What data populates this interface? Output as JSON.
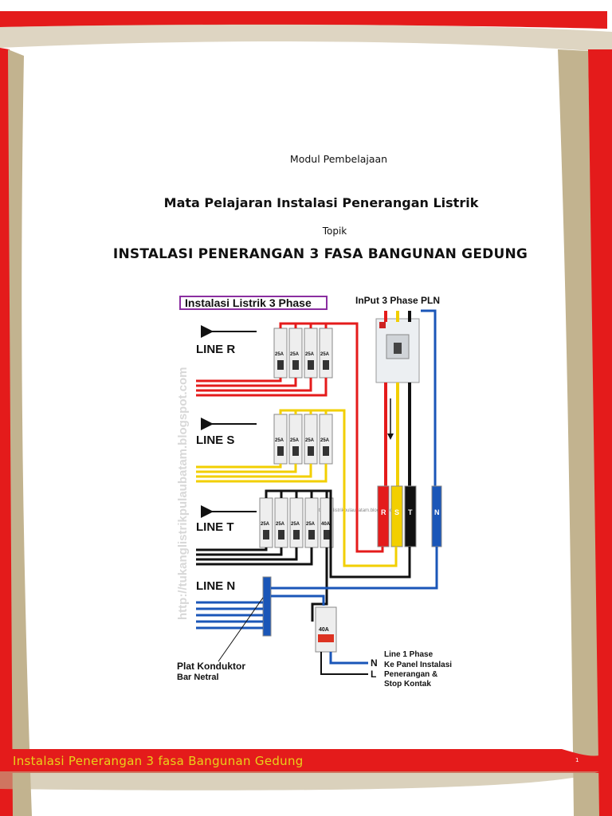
{
  "header": {
    "module": "Modul Pembelajaan",
    "subject": "Mata Pelajaran Instalasi Penerangan Listrik",
    "topic_label": "Topik",
    "topic": "INSTALASI PENERANGAN 3 FASA  BANGUNAN GEDUNG"
  },
  "diagram": {
    "title": "Instalasi Listrik 3 Phase",
    "input_label": "InPut 3 Phase PLN",
    "watermark": "http://tukanglistrikpulaubatam.blogspot.com",
    "watermark_small": "tukanglistrikpulaubatam.blogspot.com",
    "line_r": "LINE  R",
    "line_s": "LINE  S",
    "line_t": "LINE  T",
    "line_n": "LINE  N",
    "ratings_r": [
      "25A",
      "25A",
      "25A",
      "25A"
    ],
    "ratings_s": [
      "25A",
      "25A",
      "25A",
      "25A"
    ],
    "ratings_t": [
      "25A",
      "25A",
      "25A",
      "25A",
      "40A"
    ],
    "breaker_40": "40A",
    "bus_r": "R",
    "bus_s": "S",
    "bus_t": "T",
    "bus_n": "N",
    "plat_1": "Plat Konduktor",
    "plat_2": "Bar Netral",
    "out_n": "N",
    "out_l": "L",
    "out_1": "Line 1 Phase",
    "out_2": "Ke Panel Instalasi",
    "out_3": "Penerangan &",
    "out_4": "Stop Kontak"
  },
  "footer": {
    "text": "Instalasi  Penerangan 3 fasa Bangunan Gedung",
    "page": "1"
  },
  "colors": {
    "red": "#e41b1b",
    "yellow": "#f2cf00",
    "black": "#111111",
    "blue": "#1a56b8",
    "frame_beige": "#c2b38f"
  }
}
